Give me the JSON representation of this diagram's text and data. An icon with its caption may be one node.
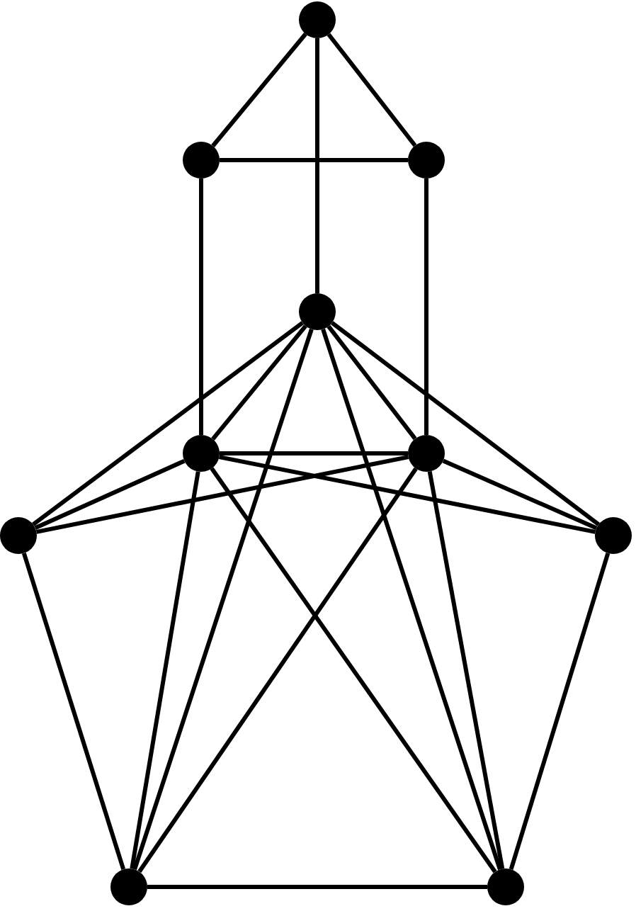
{
  "diagram": {
    "nodes": [
      {
        "text": [],
        "shape": "circle"
      },
      {
        "text": [],
        "shape": "circle"
      },
      {
        "text": [],
        "shape": "circle"
      },
      {
        "text": [],
        "shape": "circle"
      },
      {
        "text": [],
        "shape": "circle"
      },
      {
        "text": [],
        "shape": "circle"
      },
      {
        "text": [],
        "shape": "circle"
      },
      {
        "text": [],
        "shape": "circle"
      },
      {
        "text": [],
        "shape": "circle"
      },
      {
        "text": [],
        "shape": "circle"
      }
    ],
    "edges": [
      {
        "from": 0,
        "to": 1,
        "arrow": "none"
      },
      {
        "from": 0,
        "to": 2,
        "arrow": "none"
      },
      {
        "from": 0,
        "to": 3,
        "arrow": "none"
      },
      {
        "from": 1,
        "to": 2,
        "arrow": "none"
      },
      {
        "from": 1,
        "to": 4,
        "arrow": "none"
      },
      {
        "from": 2,
        "to": 5,
        "arrow": "none"
      },
      {
        "from": 3,
        "to": 4,
        "arrow": "none"
      },
      {
        "from": 3,
        "to": 5,
        "arrow": "none"
      },
      {
        "from": 3,
        "to": 6,
        "arrow": "none"
      },
      {
        "from": 3,
        "to": 7,
        "arrow": "none"
      },
      {
        "from": 3,
        "to": 8,
        "arrow": "none"
      },
      {
        "from": 3,
        "to": 9,
        "arrow": "none"
      },
      {
        "from": 4,
        "to": 5,
        "arrow": "none"
      },
      {
        "from": 4,
        "to": 6,
        "arrow": "none"
      },
      {
        "from": 4,
        "to": 7,
        "arrow": "none"
      },
      {
        "from": 4,
        "to": 8,
        "arrow": "none"
      },
      {
        "from": 4,
        "to": 9,
        "arrow": "none"
      },
      {
        "from": 5,
        "to": 6,
        "arrow": "none"
      },
      {
        "from": 5,
        "to": 7,
        "arrow": "none"
      },
      {
        "from": 5,
        "to": 8,
        "arrow": "none"
      },
      {
        "from": 5,
        "to": 9,
        "arrow": "none"
      },
      {
        "from": 6,
        "to": 8,
        "arrow": "none"
      },
      {
        "from": 7,
        "to": 9,
        "arrow": "none"
      },
      {
        "from": 8,
        "to": 9,
        "arrow": "none"
      }
    ]
  }
}
